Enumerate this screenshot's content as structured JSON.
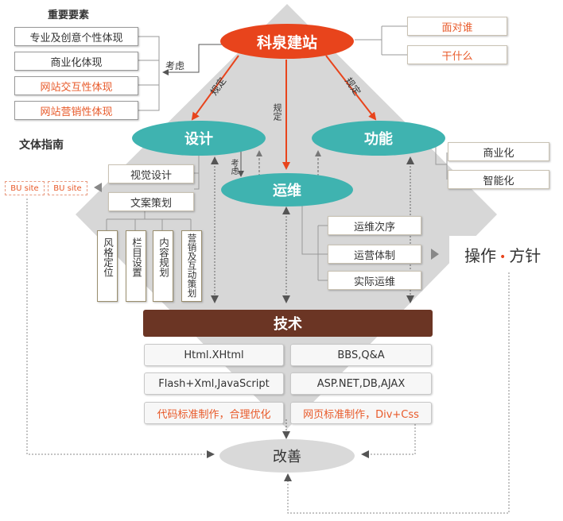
{
  "top_oval": "科泉建站",
  "top_right_items": [
    "面对谁",
    "干什么"
  ],
  "key_elements": {
    "heading": "重要要素",
    "items": [
      "专业及创意个性体现",
      "商业化体现",
      "网站交互性体现",
      "网站营销性体现"
    ]
  },
  "consider_label": "考虑",
  "consider_label_small": "考虑",
  "define_labels": [
    "规定",
    "规定",
    "规定"
  ],
  "copy_guide_label": "文体指南",
  "design_oval": "设计",
  "function_oval": "功能",
  "ops_oval": "运维",
  "function_items": [
    "商业化",
    "智能化"
  ],
  "design_items": [
    "视觉设计",
    "文案策划"
  ],
  "bu_sites": [
    "BU site",
    "BU site"
  ],
  "copy_subitems": [
    "风格定位",
    "栏目设置",
    "内容规划",
    "营销及互动策划"
  ],
  "ops_items": [
    "运维次序",
    "运营体制",
    "实际运维"
  ],
  "operation_policy": {
    "left": "操作",
    "dot": "•",
    "right": "方针"
  },
  "tech_header": "技术",
  "tech_items": [
    [
      "Html.XHtml",
      "BBS,Q&A"
    ],
    [
      "Flash+Xml,JavaScript",
      "ASP.NET,DB,AJAX"
    ],
    [
      "代码标准制作，合理优化",
      "网页标准制作，Div+Css"
    ]
  ],
  "improve_oval": "改善",
  "colors": {
    "red_oval": "#e8441c",
    "teal_oval": "#3fb3b0",
    "tech_brown": "#6b3524",
    "grey_oval": "#d9d9d9",
    "arrow_red": "#e8441c",
    "accent_red": "#e85a2a"
  }
}
